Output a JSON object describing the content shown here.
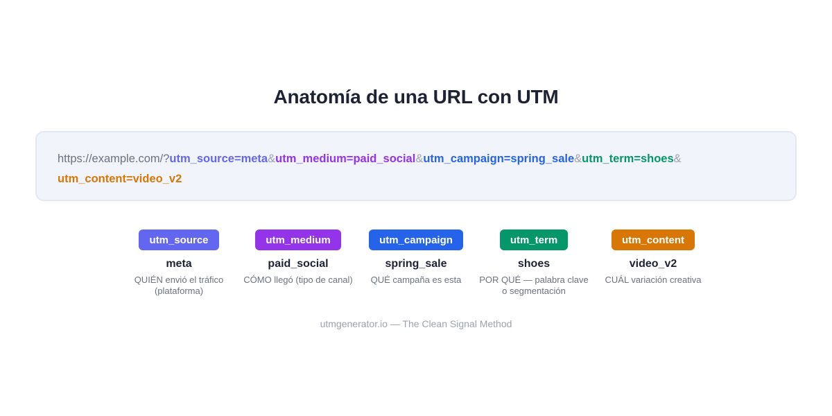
{
  "title": "Anatomía de una URL con UTM",
  "url": {
    "base": "https://example.com/?",
    "separator": "&",
    "params": [
      {
        "key": "utm_source",
        "text": "utm_source=meta",
        "color": "#6366f1"
      },
      {
        "key": "utm_medium",
        "text": "utm_medium=paid_social",
        "color": "#9333ea"
      },
      {
        "key": "utm_campaign",
        "text": "utm_campaign=spring_sale",
        "color": "#2563eb"
      },
      {
        "key": "utm_term",
        "text": "utm_term=shoes",
        "color": "#059669"
      },
      {
        "key": "utm_content",
        "text": "utm_content=video_v2",
        "color": "#d97706"
      }
    ]
  },
  "parameters": [
    {
      "badge": "utm_source",
      "value": "meta",
      "description": "QUIÉN envió el tráfico (plataforma)",
      "color": "#6366f1"
    },
    {
      "badge": "utm_medium",
      "value": "paid_social",
      "description": "CÓMO llegó (tipo de canal)",
      "color": "#9333ea"
    },
    {
      "badge": "utm_campaign",
      "value": "spring_sale",
      "description": "QUÉ campaña es esta",
      "color": "#2563eb"
    },
    {
      "badge": "utm_term",
      "value": "shoes",
      "description": "POR QUÉ — palabra clave o segmentación",
      "color": "#059669"
    },
    {
      "badge": "utm_content",
      "value": "video_v2",
      "description": "CUÁL variación creativa",
      "color": "#d97706"
    }
  ],
  "footer": "utmgenerator.io — The Clean Signal Method"
}
